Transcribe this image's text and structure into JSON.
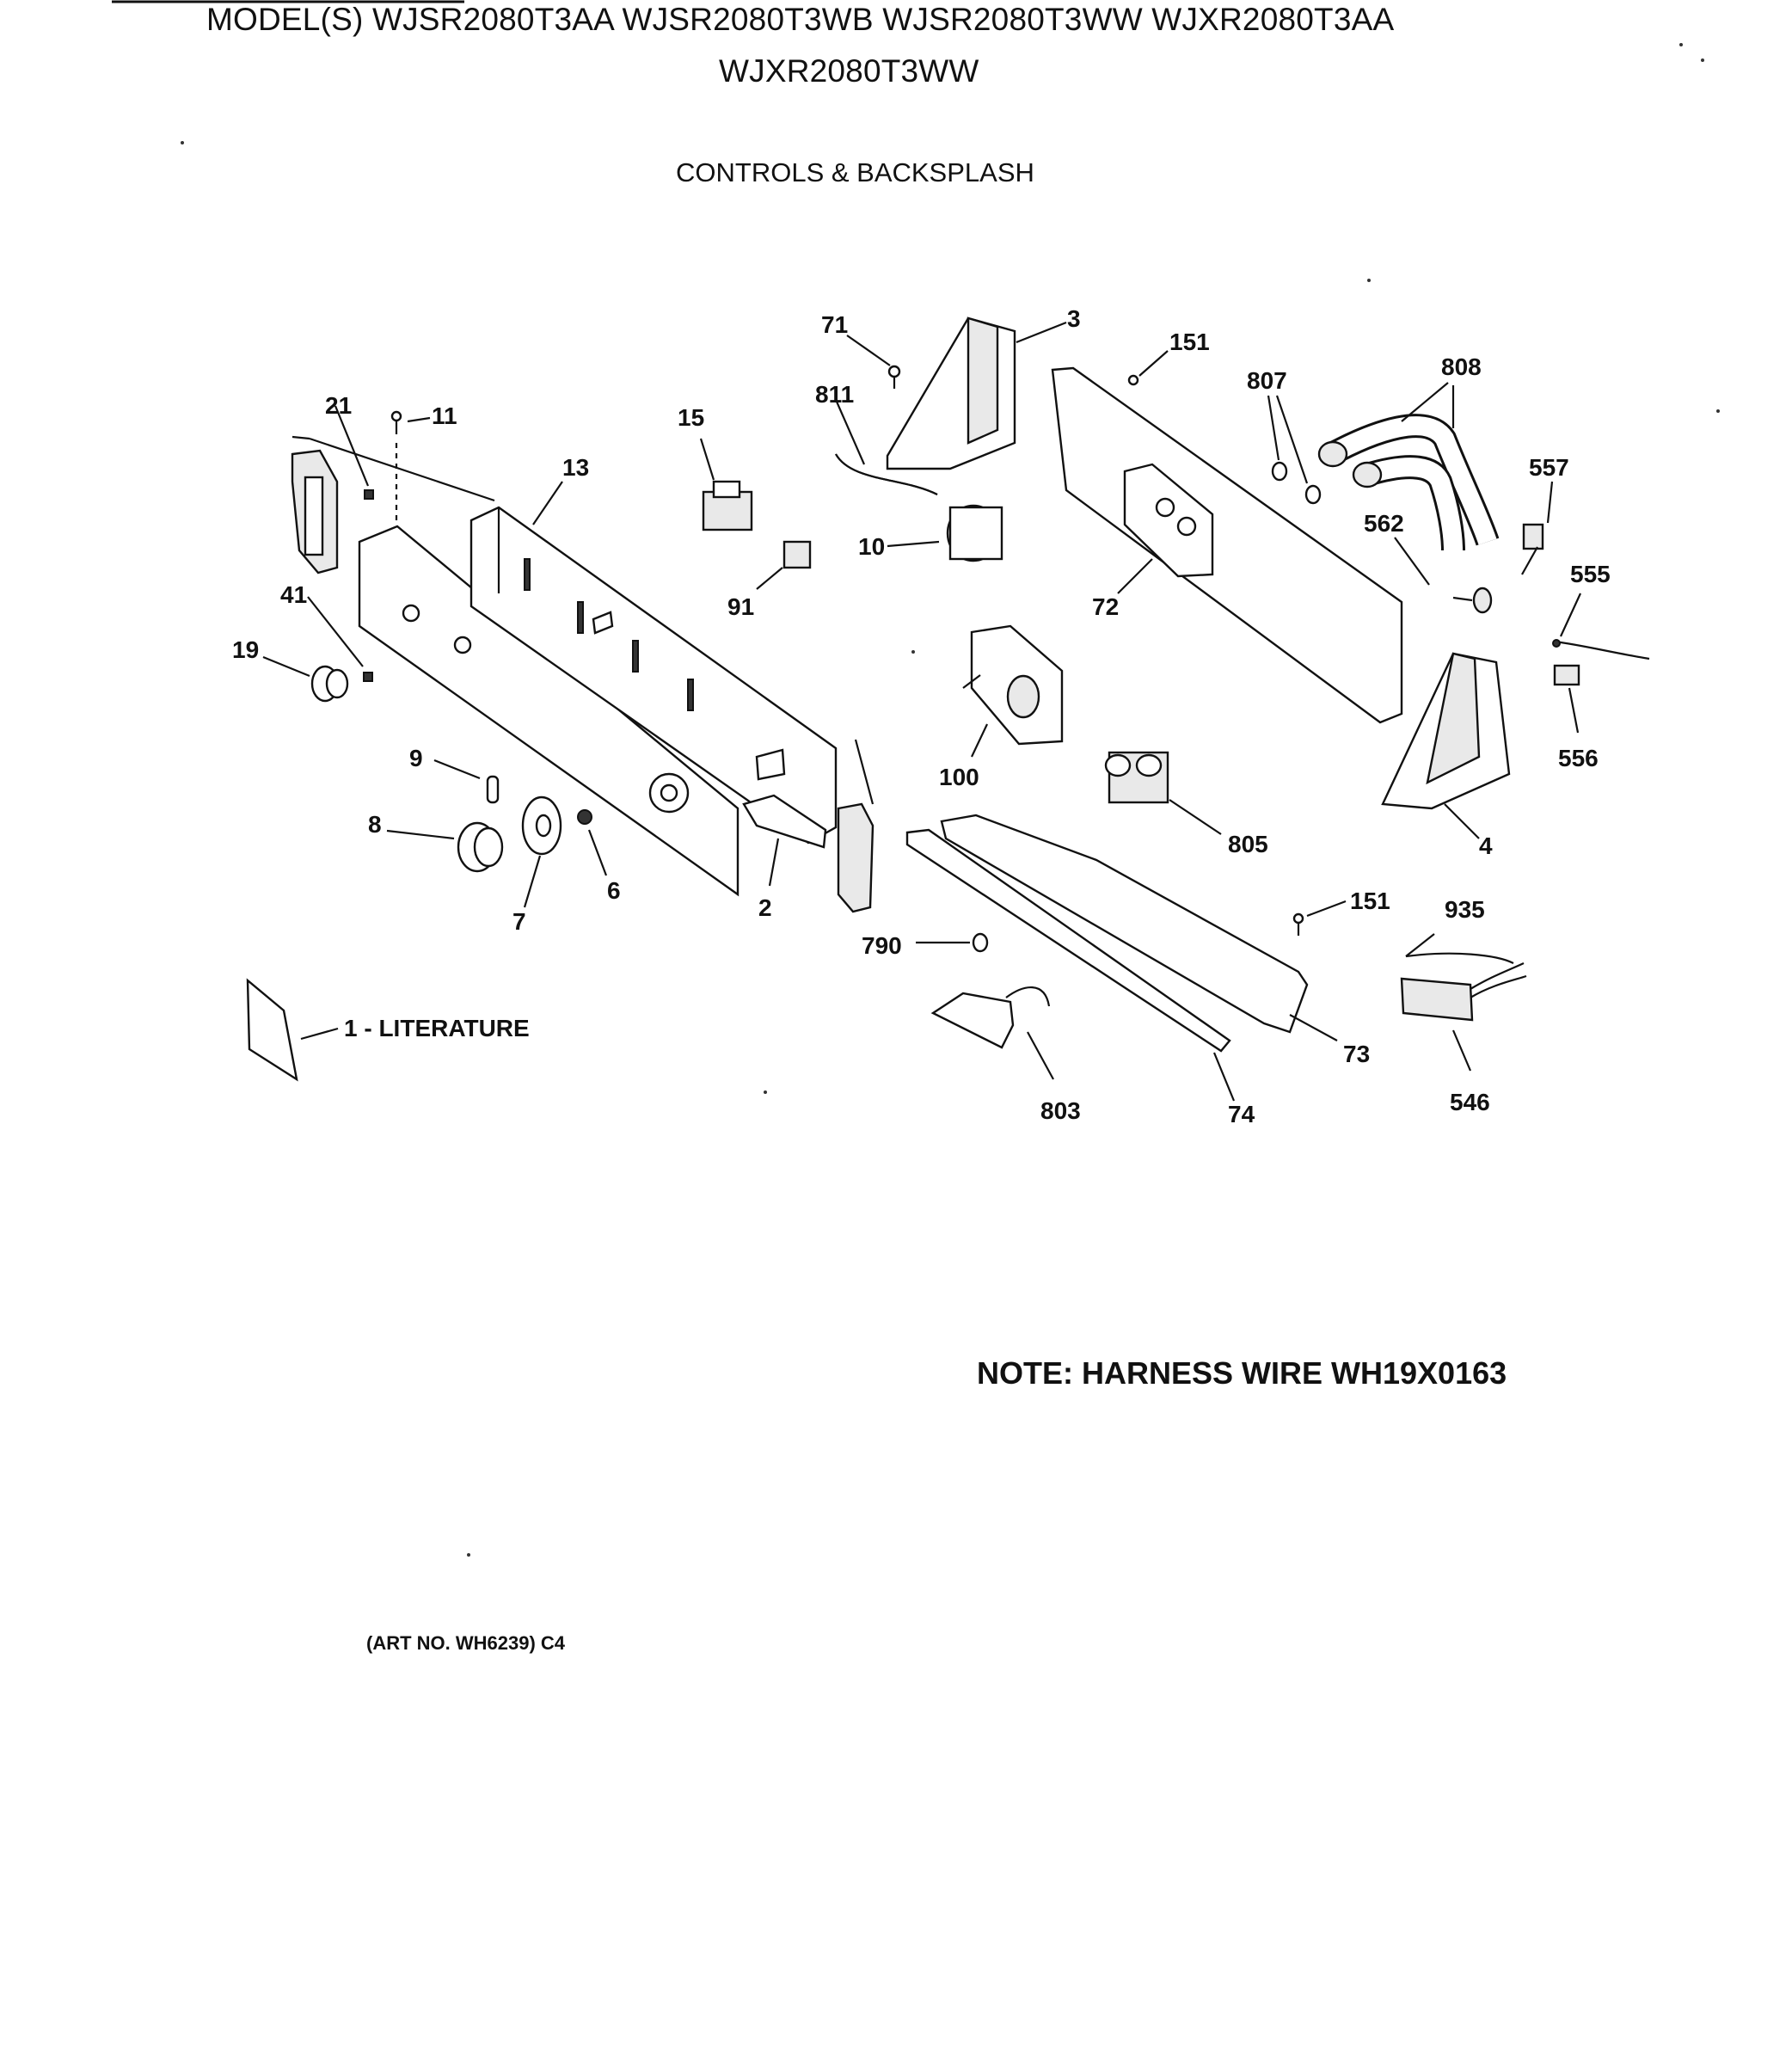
{
  "header": {
    "models_line1": "MODEL(S) WJSR2080T3AA  WJSR2080T3WB  WJSR2080T3WW  WJXR2080T3AA",
    "models_line2": "WJXR2080T3WW",
    "section_title": "CONTROLS & BACKSPLASH"
  },
  "labels": {
    "p71": "71",
    "p3": "3",
    "p151a": "151",
    "p807": "807",
    "p808": "808",
    "p21": "21",
    "p11": "11",
    "p15": "15",
    "p811": "811",
    "p13": "13",
    "p557": "557",
    "p562": "562",
    "p10": "10",
    "p91": "91",
    "p72": "72",
    "p555": "555",
    "p41": "41",
    "p19": "19",
    "p556": "556",
    "p100": "100",
    "p9": "9",
    "p8": "8",
    "p805": "805",
    "p4": "4",
    "p6": "6",
    "p2": "2",
    "p7": "7",
    "p151b": "151",
    "p935": "935",
    "p790": "790",
    "literature": "1 - LITERATURE",
    "p73": "73",
    "p546": "546",
    "p803": "803",
    "p74": "74"
  },
  "note": "NOTE: HARNESS WIRE WH19X0163",
  "art_number": "(ART NO. WH6239) C4"
}
